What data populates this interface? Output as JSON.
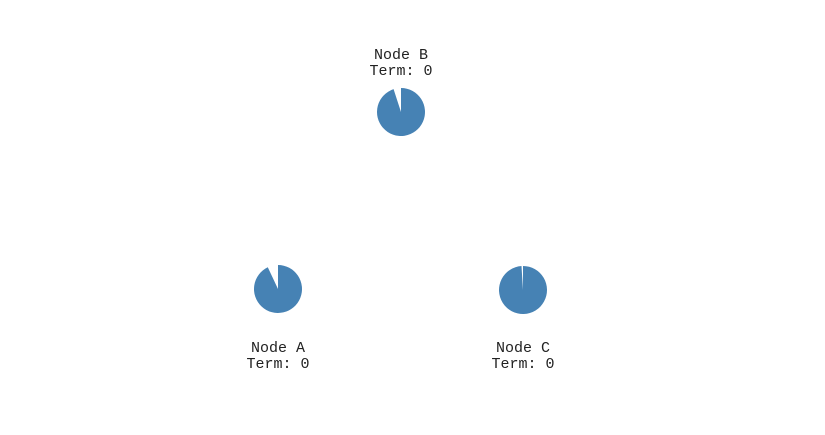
{
  "colors": {
    "node_fill": "#4682b4",
    "background": "#ffffff",
    "text": "#222222"
  },
  "nodes": [
    {
      "id": "b",
      "name": "Node B",
      "term": "Term: 0",
      "timeout_remaining": 0.95
    },
    {
      "id": "a",
      "name": "Node A",
      "term": "Term: 0",
      "timeout_remaining": 0.93
    },
    {
      "id": "c",
      "name": "Node C",
      "term": "Term: 0",
      "timeout_remaining": 0.99
    }
  ]
}
